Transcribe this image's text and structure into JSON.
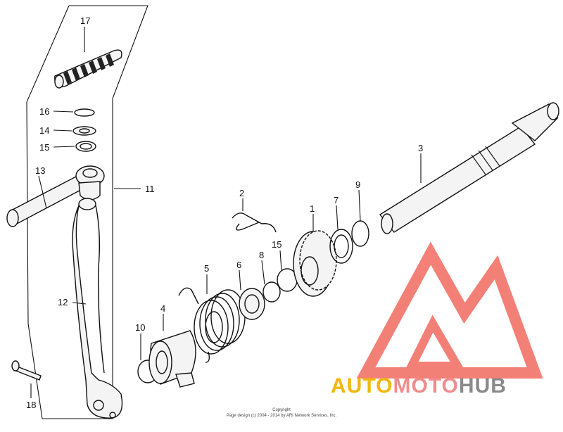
{
  "callouts": {
    "c1": "1",
    "c2": "2",
    "c3": "3",
    "c4": "4",
    "c5": "5",
    "c6": "6",
    "c7": "7",
    "c8": "8",
    "c9": "9",
    "c10": "10",
    "c11": "11",
    "c12": "12",
    "c13": "13",
    "c14": "14",
    "c15a": "15",
    "c15b": "15",
    "c16": "16",
    "c17": "17",
    "c18": "18"
  },
  "copyright": {
    "line1": "Copyright",
    "line2": "Page design (c) 2004 - 2014 by ARI Network Services, Inc."
  },
  "watermark": {
    "part1": "AUTO",
    "part2": "MOTO",
    "part3": "HUB",
    "colors": {
      "auto": "#f2b705",
      "moto": "#f28c8c",
      "hub": "#8a8a8a",
      "logo": "#f26a60"
    }
  }
}
